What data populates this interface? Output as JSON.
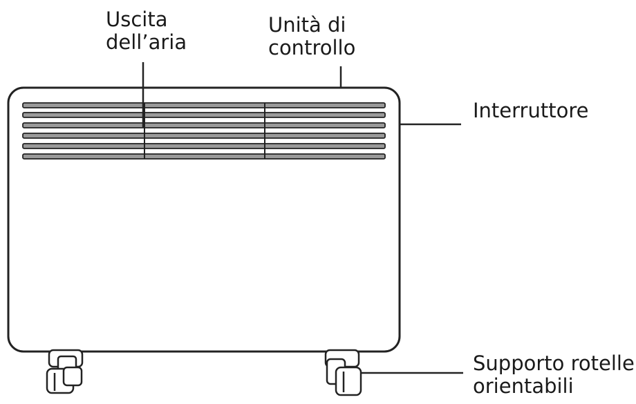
{
  "labels": {
    "air_outlet": {
      "line1": "Uscita",
      "line2": "dell’aria"
    },
    "control_unit": {
      "line1": "Unità di",
      "line2": "controllo"
    },
    "switch": {
      "line1": "Interruttore"
    },
    "wheels": {
      "line1": "Supporto rotelle",
      "line2": "orientabili"
    }
  },
  "colors": {
    "stroke": "#222222",
    "grille_fill": "#9a9a9a",
    "body_fill": "#ffffff"
  }
}
